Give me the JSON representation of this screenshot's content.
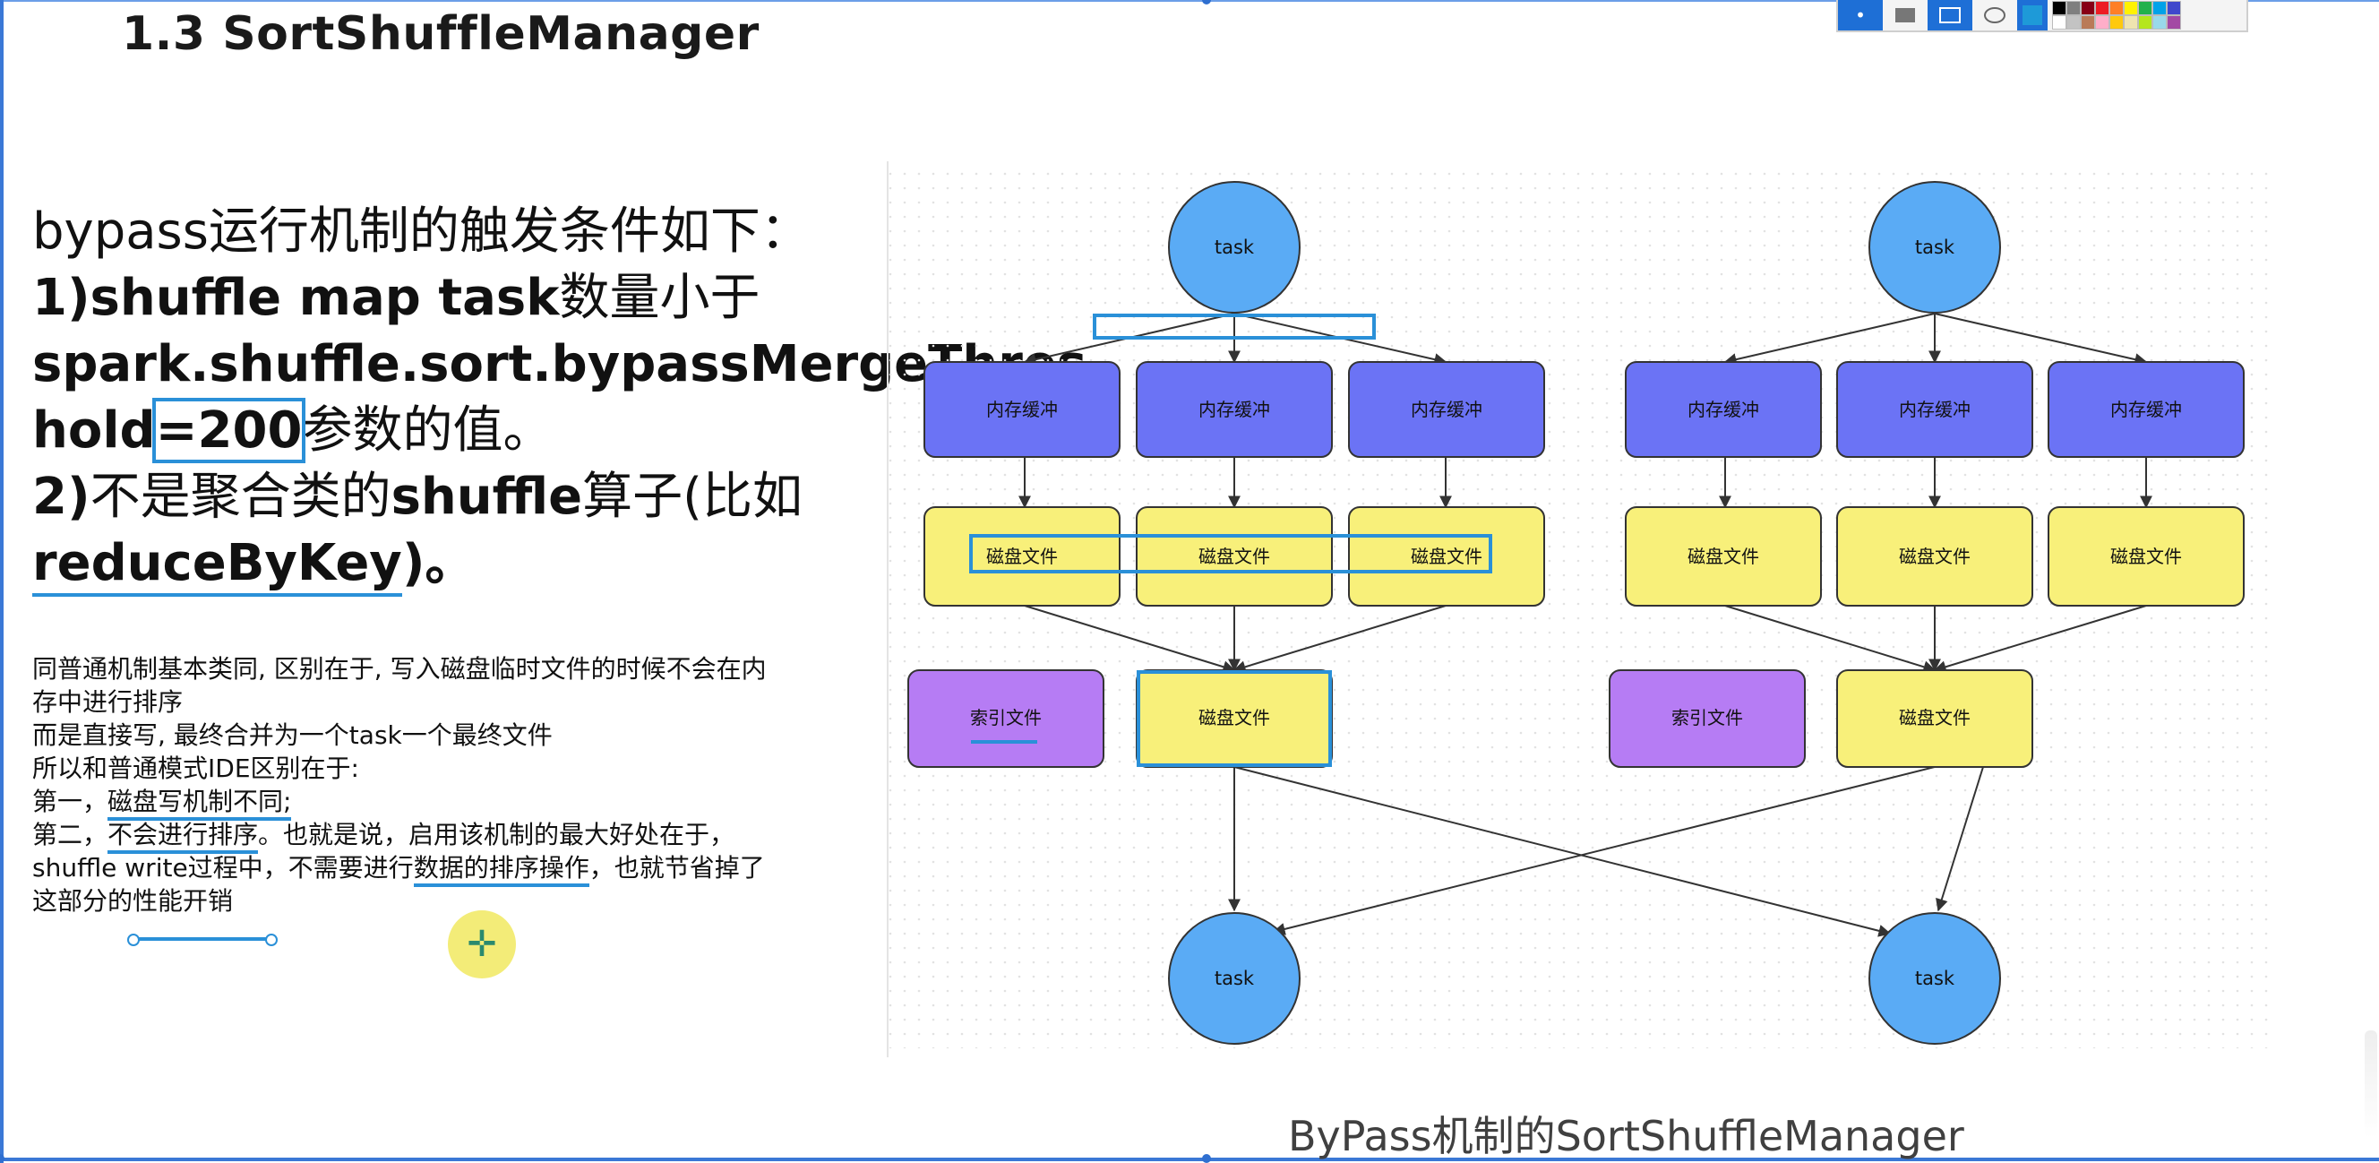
{
  "slide": {
    "title": "1.3 SortShuffleManager",
    "caption": "ByPass机制的SortShuffleManager"
  },
  "conditions": {
    "line1": "bypass运行机制的触发条件如下：",
    "line2_prefix": "1)shuffle map task",
    "line2_suffix": "数量小于",
    "line3": "spark.shuffle.sort.bypassMergeThres",
    "line4_prefix": "hold",
    "line4_eq": "=",
    "line4_value": "200",
    "line4_suffix": "参数的值。",
    "line5_prefix": "2)",
    "line5_cn1": "不是聚合类的",
    "line5_en": "shuffle",
    "line5_cn2": "算子(比如",
    "line6_key": "reduceByKey",
    "line6_end": ")。"
  },
  "notes": {
    "line1": "同普通机制基本类同, 区别在于, 写入磁盘临时文件的时候不会在内",
    "line2": "存中进行排序",
    "line3": "而是直接写, 最终合并为一个task一个最终文件",
    "line4": "所以和普通模式IDE区别在于:",
    "line5_a": "第一，",
    "line5_b": "磁盘写机制不同;",
    "line6_a": "第二，",
    "line6_b": "不会进行排序",
    "line6_c": "。也就是说，启用该机制的最大好处在于，",
    "line7_a": "shuffle write过程中，不需要进行",
    "line7_b": "数据的排序操作",
    "line7_c": "，也就节省掉了",
    "line8": "这部分的性能开销"
  },
  "diagram": {
    "task_label": "task",
    "buffer_label": "内存缓冲",
    "disk_label": "磁盘文件",
    "index_label": "索引文件",
    "colors": {
      "task": "#5aabf5",
      "buffer": "#6b73f5",
      "disk": "#f8f07a",
      "index": "#b67cf4",
      "highlight": "#2a90d8"
    }
  },
  "toolbar": {
    "tools": [
      "pointer-tool",
      "rect-fill-tool",
      "rect-outline-tool",
      "ellipse-tool",
      "color-tool"
    ],
    "palette": [
      "#000000",
      "#7f7f7f",
      "#880015",
      "#ed1c24",
      "#ff7f27",
      "#fff200",
      "#22b14c",
      "#00a2e8",
      "#3f48cc",
      "#ffffff",
      "#c3c3c3",
      "#b97a57",
      "#ffaec9",
      "#ffc90e",
      "#efe4b0",
      "#b5e61d",
      "#99d9ea",
      "#a349a4"
    ]
  }
}
